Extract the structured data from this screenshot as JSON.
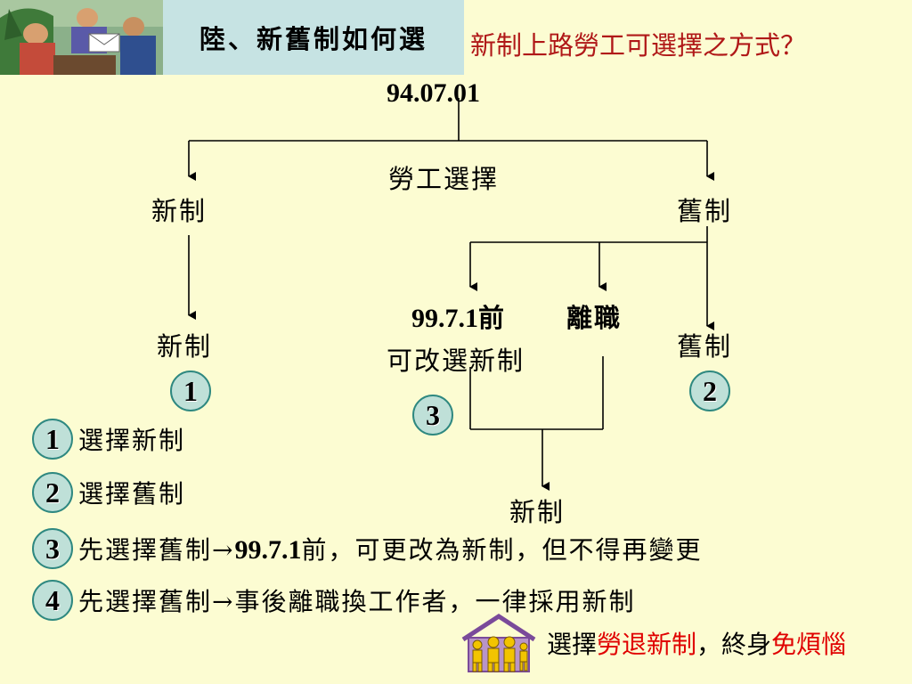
{
  "header": {
    "title": "陸、新舊制如何選",
    "subtitle": "新制上路勞工可選擇之方式？"
  },
  "diagram": {
    "date": "94.07.01",
    "choice_label": "勞工選擇",
    "new_top": "新制",
    "old_top": "舊制",
    "new_result": "新制",
    "old_result": "舊制",
    "mid_line1_num": "99.7.1",
    "mid_line1_suffix": "前",
    "mid_resign": "離職",
    "mid_line2": "可改選新制",
    "merge_result": "新制",
    "badge1": "1",
    "badge2": "2",
    "badge3": "3"
  },
  "options": [
    {
      "num": "1",
      "text": "選擇新制"
    },
    {
      "num": "2",
      "text": "選擇舊制"
    },
    {
      "num": "3",
      "pre": "先選擇舊制→",
      "bold": "99.7.1",
      "post": "前，可更改為新制，但不得再變更"
    },
    {
      "num": "4",
      "text": "先選擇舊制→事後離職換工作者，一律採用新制"
    }
  ],
  "footer": {
    "part1": "選擇",
    "part2": "勞退新制",
    "part3": "，終身",
    "part4": "免煩惱"
  },
  "colors": {
    "background": "#fcfcd2",
    "title_bg": "#c6e3e3",
    "subtitle": "#b01818",
    "footer_red": "#e00000",
    "badge_fill": "#bfe0d8"
  }
}
